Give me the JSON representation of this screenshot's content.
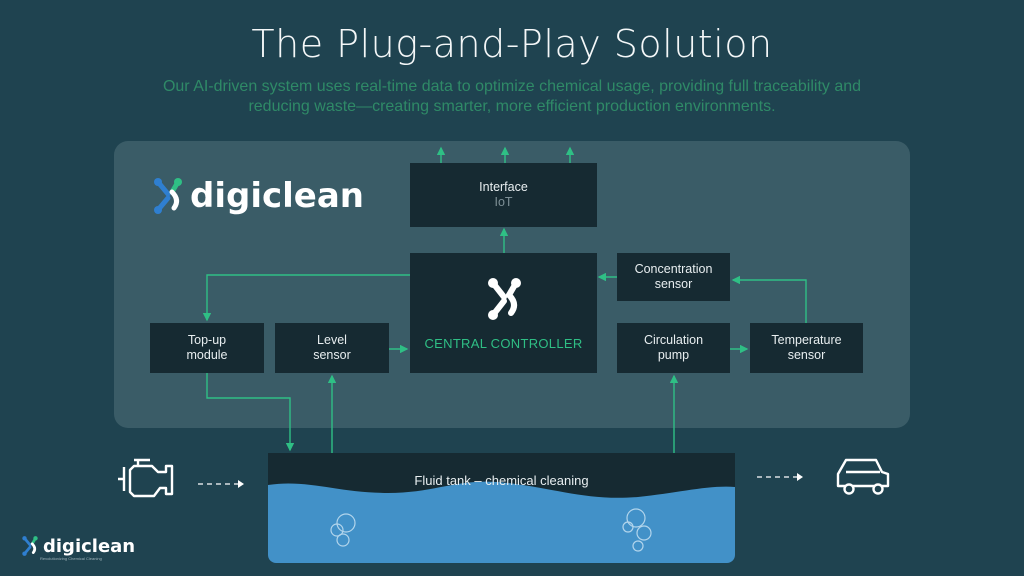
{
  "title": "The Plug-and-Play Solution",
  "subtitle": "Our AI-driven system uses real-time data to optimize chemical usage, providing full traceability and reducing waste—creating smarter, more efficient production environments.",
  "brand": {
    "name": "digiclean",
    "tagline": "Revolutionizing Chemical Cleaning",
    "accent": "#2fbf85",
    "blue": "#2f7fd0"
  },
  "nodes": {
    "interface": {
      "label": "Interface",
      "sub": "IoT"
    },
    "central_controller": {
      "label": "CENTRAL CONTROLLER"
    },
    "concentration_sensor": {
      "label": "Concentration\nsensor"
    },
    "topup_module": {
      "label": "Top-up\nmodule"
    },
    "level_sensor": {
      "label": "Level\nsensor"
    },
    "circulation_pump": {
      "label": "Circulation\npump"
    },
    "temperature_sensor": {
      "label": "Temperature\nsensor"
    }
  },
  "tank": {
    "label": "Fluid tank – chemical cleaning"
  },
  "icons": {
    "left": "engine-icon",
    "right": "car-icon"
  }
}
